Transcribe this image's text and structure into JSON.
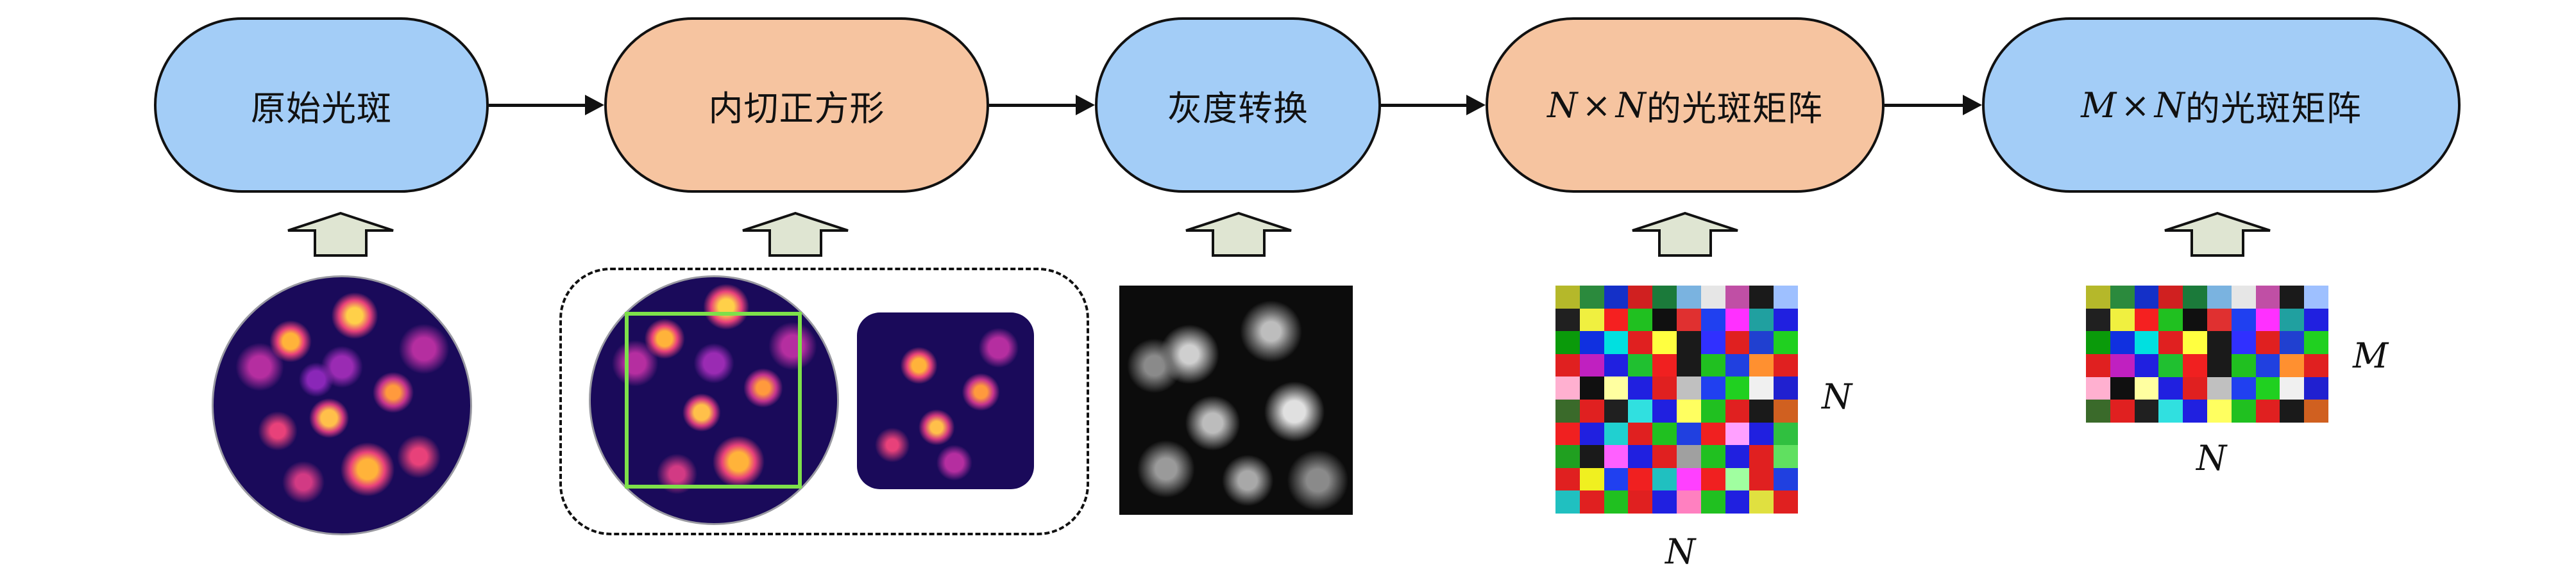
{
  "nodes": [
    {
      "id": "n1",
      "label": "原始光斑",
      "color": "blue"
    },
    {
      "id": "n2",
      "label": "内切正方形",
      "color": "orange"
    },
    {
      "id": "n3",
      "label": "灰度转换",
      "color": "blue"
    },
    {
      "id": "n4",
      "label_var1": "N",
      "label_times": "×",
      "label_var2": "N",
      "label_rest": "的光斑矩阵",
      "color": "orange"
    },
    {
      "id": "n5",
      "label_var1": "M",
      "label_times": "×",
      "label_var2": "N",
      "label_rest": "的光斑矩阵",
      "color": "blue"
    }
  ],
  "dims": {
    "n4_right": "N",
    "n4_bottom": "N",
    "n5_right": "M",
    "n5_bottom": "N"
  },
  "colors": {
    "node_blue": "#a3cdf7",
    "node_orange": "#f6c4a0",
    "up_arrow_fill": "#dfe5d2",
    "inscribed_square": "#7ee04a"
  }
}
